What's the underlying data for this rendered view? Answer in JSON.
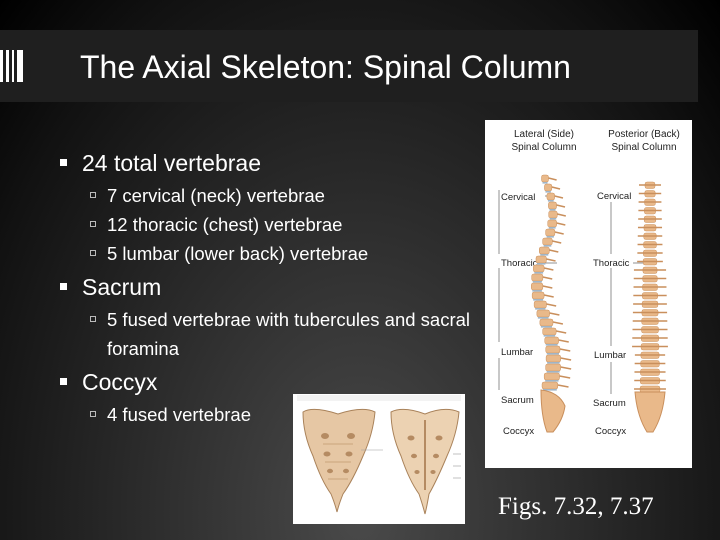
{
  "slide": {
    "title": "The Axial Skeleton: Spinal Column",
    "bullets": [
      {
        "text": "24 total vertebrae",
        "sub": [
          "7 cervical (neck) vertebrae",
          "12 thoracic (chest) vertebrae",
          "5 lumbar (lower back) vertebrae"
        ]
      },
      {
        "text": "Sacrum",
        "sub": [
          "5 fused vertebrae with tubercules and sacral foramina"
        ]
      },
      {
        "text": "Coccyx",
        "sub": [
          "4 fused vertebrae"
        ]
      }
    ],
    "figure_caption": "Figs. 7.32, 7.37"
  },
  "spine_figure": {
    "lateral_header": "Lateral (Side)\nSpinal Column",
    "posterior_header": "Posterior (Back)\nSpinal Column",
    "left_labels": [
      "Cervical",
      "Thoracic",
      "Lumbar",
      "Sacrum",
      "Coccyx"
    ],
    "right_labels": [
      "Cervical",
      "Thoracic",
      "Lumbar",
      "Sacrum",
      "Coccyx"
    ]
  },
  "colors": {
    "bone": "#e9b98a",
    "bone_dark": "#c98f5c",
    "disc": "#9fb4c6"
  }
}
